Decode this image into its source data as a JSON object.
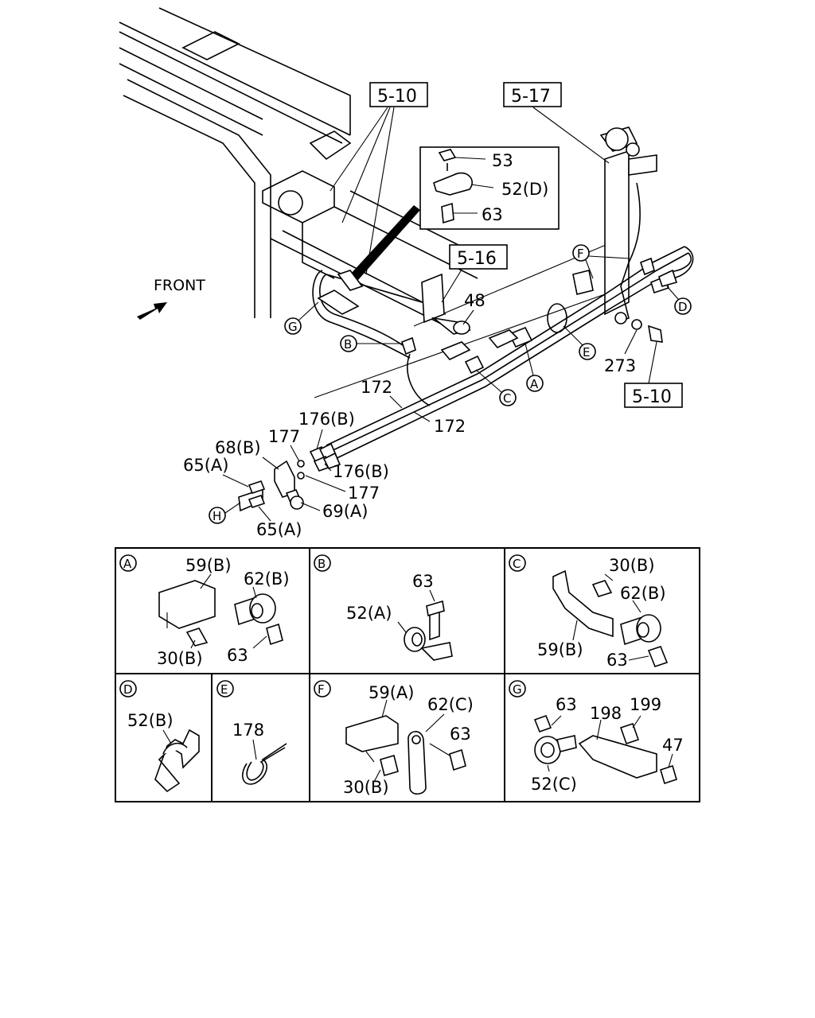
{
  "main": {
    "front_label": "FRONT",
    "ref_boxes": [
      "5-10",
      "5-17",
      "5-16",
      "5-10"
    ],
    "inset_parts": [
      "53",
      "52(D)",
      "63"
    ],
    "callouts": {
      "c48": "48",
      "c172a": "172",
      "c172b": "172",
      "c176a": "176(B)",
      "c176b": "176(B)",
      "c177a": "177",
      "c177b": "177",
      "c68": "68(B)",
      "c65a": "65(A)",
      "c65b": "65(A)",
      "c69": "69(A)",
      "c273": "273"
    },
    "circle_letters": [
      "F",
      "D",
      "G",
      "B",
      "E",
      "A",
      "C",
      "H"
    ]
  },
  "details": [
    {
      "letter": "A",
      "parts": [
        "59(B)",
        "62(B)",
        "30(B)",
        "63"
      ]
    },
    {
      "letter": "B",
      "parts": [
        "63",
        "52(A)"
      ]
    },
    {
      "letter": "C",
      "parts": [
        "30(B)",
        "62(B)",
        "59(B)",
        "63"
      ]
    },
    {
      "letter": "D",
      "parts": [
        "52(B)"
      ]
    },
    {
      "letter": "E",
      "parts": [
        "178"
      ]
    },
    {
      "letter": "F",
      "parts": [
        "59(A)",
        "62(C)",
        "63",
        "30(B)"
      ]
    },
    {
      "letter": "G",
      "parts": [
        "63",
        "198",
        "199",
        "47",
        "52(C)"
      ]
    }
  ]
}
